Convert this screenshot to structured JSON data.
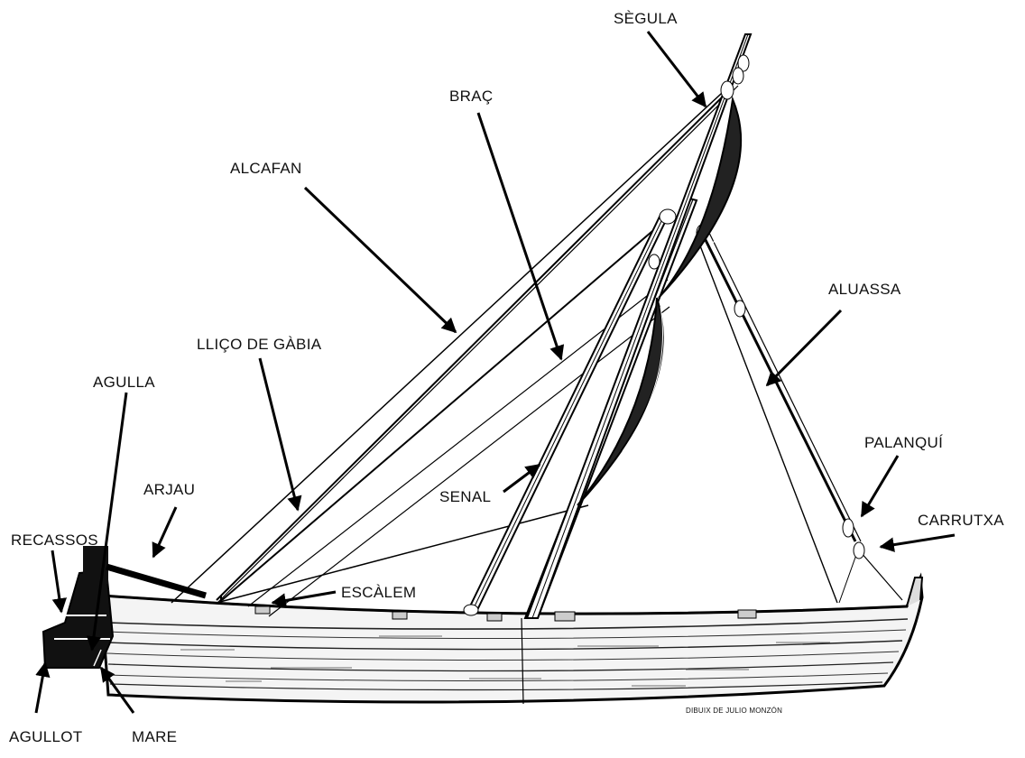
{
  "diagram": {
    "labels": {
      "segula": "SÈGULA",
      "brac": "BRAÇ",
      "alcafan": "ALCAFAN",
      "aluassa": "ALUASSA",
      "llico_de_gabia": "LLIÇO DE GÀBIA",
      "agulla": "AGULLA",
      "palanqui": "PALANQUÍ",
      "arjau": "ARJAU",
      "senal": "SENAL",
      "carrutxa": "CARRUTXA",
      "recassos": "RECASSOS",
      "escalem": "ESCÀLEM",
      "agullot": "AGULLOT",
      "mare": "MARE"
    },
    "credit": "DIBUIX DE JULIO MONZÓN"
  }
}
